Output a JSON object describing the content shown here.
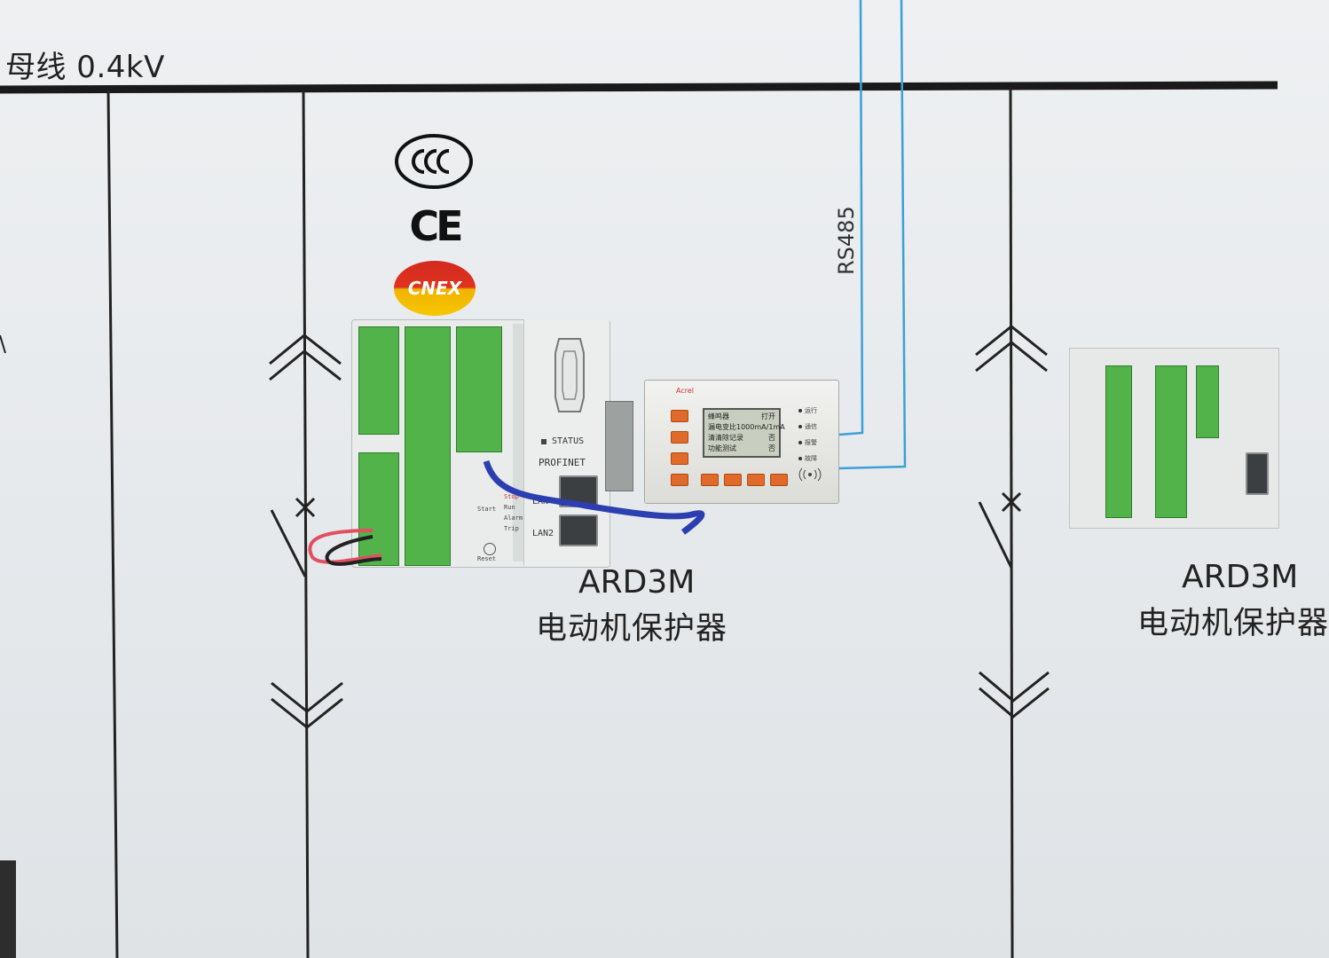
{
  "busbar": {
    "label": "母线 0.4kV"
  },
  "comm": {
    "label": "RS485"
  },
  "certifications": {
    "ce": "CE",
    "cnex": "CNEX"
  },
  "device_main": {
    "model": "ARD3M",
    "name": "电动机保护器",
    "status_label": "STATUS",
    "protocol_label": "PROFINET",
    "lan1_label": "LAN",
    "lan2_label": "LAN2",
    "led_labels": [
      "Stop",
      "Run",
      "Alarm",
      "Trip"
    ],
    "start_label": "Start",
    "reset_label": "Reset"
  },
  "display_unit": {
    "lcd_lines": [
      [
        "蜂鸣器",
        "打开"
      ],
      [
        "漏电变比",
        "1000mA/1mA"
      ],
      [
        "清清除记录",
        "否"
      ],
      [
        "功能测试",
        "否"
      ]
    ],
    "indicators": [
      "运行",
      "通信",
      "报警",
      "故障"
    ],
    "brand": "Acrel"
  },
  "device_second": {
    "model": "ARD3M",
    "name": "电动机保护器"
  },
  "colors": {
    "terminal_green": "#52b34a",
    "cable_blue": "#2c3fb0",
    "rs485_line": "#3aa0d8",
    "key_orange": "#e06a2a"
  }
}
